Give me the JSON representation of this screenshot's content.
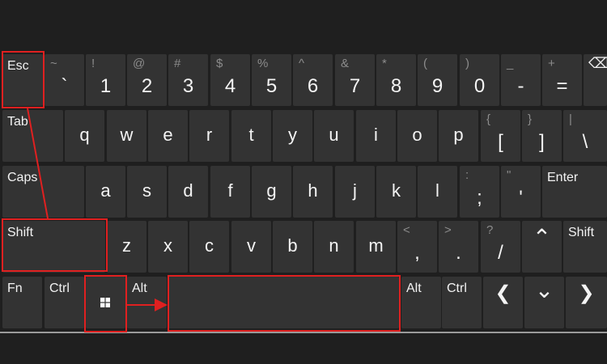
{
  "keyboard": {
    "row1": {
      "esc": "Esc",
      "backtick": {
        "shift": "~",
        "main": "`"
      },
      "k1": {
        "shift": "!",
        "main": "1"
      },
      "k2": {
        "shift": "@",
        "main": "2"
      },
      "k3": {
        "shift": "#",
        "main": "3"
      },
      "k4": {
        "shift": "$",
        "main": "4"
      },
      "k5": {
        "shift": "%",
        "main": "5"
      },
      "k6": {
        "shift": "^",
        "main": "6"
      },
      "k7": {
        "shift": "&",
        "main": "7"
      },
      "k8": {
        "shift": "*",
        "main": "8"
      },
      "k9": {
        "shift": "(",
        "main": "9"
      },
      "k0": {
        "shift": ")",
        "main": "0"
      },
      "minus": {
        "shift": "_",
        "main": "-"
      },
      "equal": {
        "shift": "+",
        "main": "="
      },
      "backspace_icon": "⌫"
    },
    "row2": {
      "tab": "Tab",
      "letters": [
        "q",
        "w",
        "e",
        "r",
        "t",
        "y",
        "u",
        "i",
        "o",
        "p"
      ],
      "lbracket": {
        "shift": "{",
        "main": "["
      },
      "rbracket": {
        "shift": "}",
        "main": "]"
      },
      "backslash": {
        "shift": "|",
        "main": "\\"
      }
    },
    "row3": {
      "caps": "Caps",
      "letters": [
        "a",
        "s",
        "d",
        "f",
        "g",
        "h",
        "j",
        "k",
        "l"
      ],
      "semicolon": {
        "shift": ":",
        "main": ";"
      },
      "quote": {
        "shift": "\"",
        "main": "'"
      },
      "enter": "Enter"
    },
    "row4": {
      "shift_left": "Shift",
      "letters": [
        "z",
        "x",
        "c",
        "v",
        "b",
        "n",
        "m"
      ],
      "comma": {
        "shift": "<",
        "main": ","
      },
      "period": {
        "shift": ">",
        "main": "."
      },
      "slash": {
        "shift": "?",
        "main": "/"
      },
      "up_icon": "⌃",
      "shift_right": "Shift"
    },
    "row5": {
      "fn": "Fn",
      "ctrl_left": "Ctrl",
      "alt_left": "Alt",
      "alt_right": "Alt",
      "ctrl_right": "Ctrl",
      "left_icon": "❮",
      "down_icon": "⌄",
      "right_icon": "❯"
    }
  },
  "annotations": {
    "highlighted_keys": [
      "Esc",
      "Shift",
      "Windows",
      "Space"
    ],
    "color": "#e02020"
  },
  "colors": {
    "background": "#1f1f1f",
    "key": "#333333",
    "text": "#ffffff",
    "secondary_text": "#8c8c8c"
  }
}
